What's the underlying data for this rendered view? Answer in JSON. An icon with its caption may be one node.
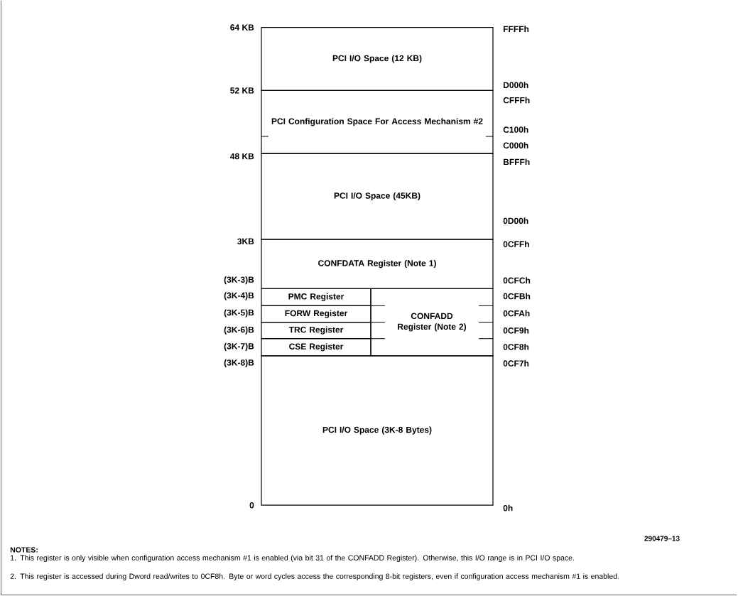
{
  "diagram": {
    "nodes": [
      {
        "text": [
          "PCI I/O Space (12 KB)"
        ]
      },
      {
        "text": [
          "PCI Configuration Space For Access Mechanism #2"
        ]
      },
      {
        "text": [
          "PCI I/O Space (45KB)"
        ]
      },
      {
        "text": [
          "CONFDATA Register (Note 1)"
        ]
      },
      {
        "text": [
          "PMC Register"
        ]
      },
      {
        "text": [
          "FORW Register"
        ]
      },
      {
        "text": [
          "TRC Register"
        ]
      },
      {
        "text": [
          "CSE Register"
        ]
      },
      {
        "text": [
          "CONFADD Register (Note 2)"
        ]
      },
      {
        "text": [
          "PCI I/O Space (3K-8 Bytes)"
        ]
      }
    ],
    "edges": [],
    "labels": [
      "64 KB",
      "FFFFh",
      "52 KB",
      "D000h",
      "CFFFh",
      "C100h",
      "C000h",
      "48 KB",
      "BFFFh",
      "0D00h",
      "3KB",
      "0CFFh",
      "(3K-3)B",
      "0CFCh",
      "(3K-4)B",
      "0CFBh",
      "(3K-5)B",
      "0CFAh",
      "(3K-6)B",
      "0CF9h",
      "(3K-7)B",
      "0CF8h",
      "(3K-8)B",
      "0CF7h",
      "0",
      "0h",
      "290479–13",
      "NOTES:",
      "1. This register is only visible when configuration access mechanism #1 is enabled (via bit 31 of the CONFADD Register). Otherwise, this I/O range is in PCI I/O space.",
      "2. This register is accessed during Dword read/writes to 0CF8h. Byte or word cycles access the corresponding 8-bit registers, even if configuration access mechanism #1 is enabled."
    ]
  }
}
